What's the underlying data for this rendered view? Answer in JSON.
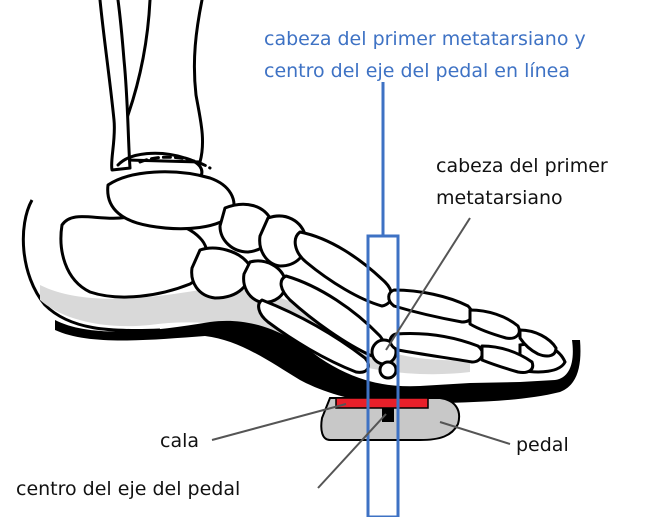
{
  "labels": {
    "alignment_line1": "cabeza del primer metatarsiano y",
    "alignment_line2": "centro del eje del pedal en línea",
    "metatarsal_line1": "cabeza del primer",
    "metatarsal_line2": "metatarsiano",
    "cleat": "cala",
    "pedal": "pedal",
    "pedal_axle_center": "centro del eje del pedal"
  },
  "colors": {
    "alignment_blue": "#3e72c4",
    "cleat_red": "#e8202a",
    "pedal_gray": "#c8c8c8",
    "ink": "#000000"
  }
}
